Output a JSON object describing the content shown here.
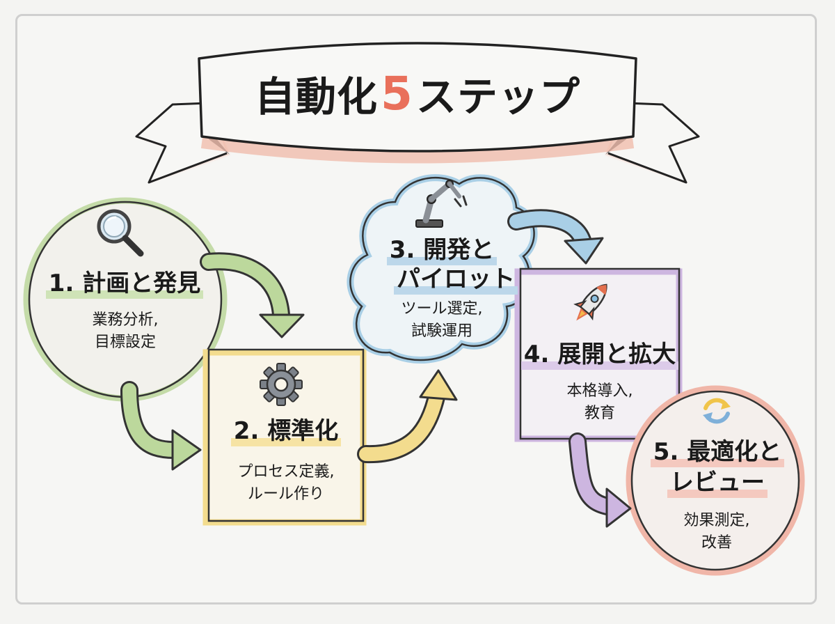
{
  "title": {
    "prefix": "自動化",
    "number": "5",
    "suffix": "ステップ"
  },
  "steps": [
    {
      "heading": "1. 計画と発見",
      "detail": "業務分析,\n目標設定",
      "icon": "magnifier-icon",
      "color": "#bcd89c"
    },
    {
      "heading": "2. 標準化",
      "detail": "プロセス定義,\nルール作り",
      "icon": "gear-icon",
      "color": "#f3dc8e"
    },
    {
      "heading_line1": "3. 開発と",
      "heading_line2": "パイロット",
      "detail": "ツール選定,\n試験運用",
      "icon": "robot-arm-icon",
      "color": "#a9cfe6"
    },
    {
      "heading": "4. 展開と拡大",
      "detail": "本格導入,\n教育",
      "icon": "rocket-icon",
      "color": "#cdb6e0"
    },
    {
      "heading_line1": "5. 最適化と",
      "heading_line2": "レビュー",
      "detail": "効果測定,\n改善",
      "icon": "cycle-arrows-icon",
      "color": "#f0b6a8"
    }
  ]
}
